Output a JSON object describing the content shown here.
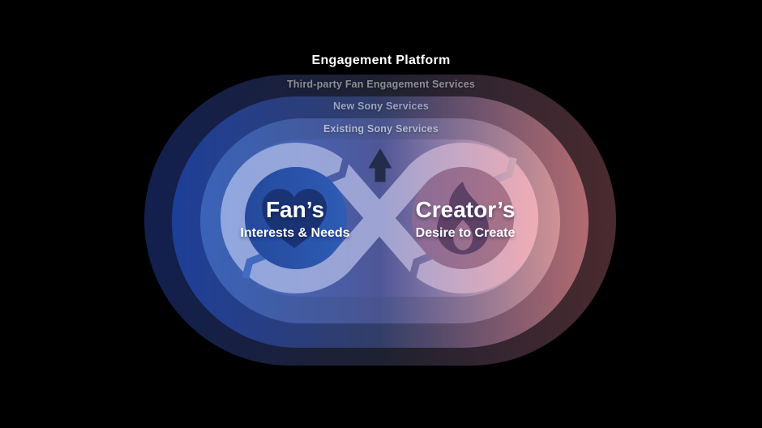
{
  "title": "Engagement Platform",
  "bands": [
    {
      "id": "third-party",
      "label": "Third-party Fan Engagement Services"
    },
    {
      "id": "new-sony",
      "label": "New Sony Services"
    },
    {
      "id": "existing-sony",
      "label": "Existing Sony Services"
    }
  ],
  "infinity": {
    "fan": {
      "heading": "Fan’s",
      "subheading": "Interests & Needs",
      "icon": "heart-icon"
    },
    "creator": {
      "heading": "Creator’s",
      "subheading": "Desire to Create",
      "icon": "flame-icon"
    },
    "center_icon": "up-arrow-icon"
  },
  "colors": {
    "background": "#000000",
    "title_text": "#ffffff",
    "band_third_party_gradient": [
      "#12204f",
      "#1f2130",
      "#4a2a2f"
    ],
    "band_new_sony_gradient": [
      "#1e3f99",
      "#333e68",
      "#b26b70"
    ],
    "band_existing_gradient": [
      "#3a63b8",
      "#49548e",
      "#d09295"
    ],
    "inner_area_gradient": [
      "#3f6ecb",
      "#4f5697",
      "#e6b4be"
    ],
    "loop_ring_gradient": [
      "#90a7df",
      "#9da3d2",
      "#f0acb4"
    ],
    "fan_disc_gradient": [
      "#24499c",
      "#2e5cb4"
    ],
    "heart_icon": "#1a3375",
    "creator_disc_gradient": [
      "#8a6b97",
      "#ab7386"
    ],
    "flame_icon": "#5e4166",
    "arrow_icon": "#232d49",
    "label_third_party_text": "#8e8e97",
    "label_new_sony_text": "#9aa4c5",
    "label_existing_text": "#b2bad3",
    "loop_text": "#ffffff"
  }
}
